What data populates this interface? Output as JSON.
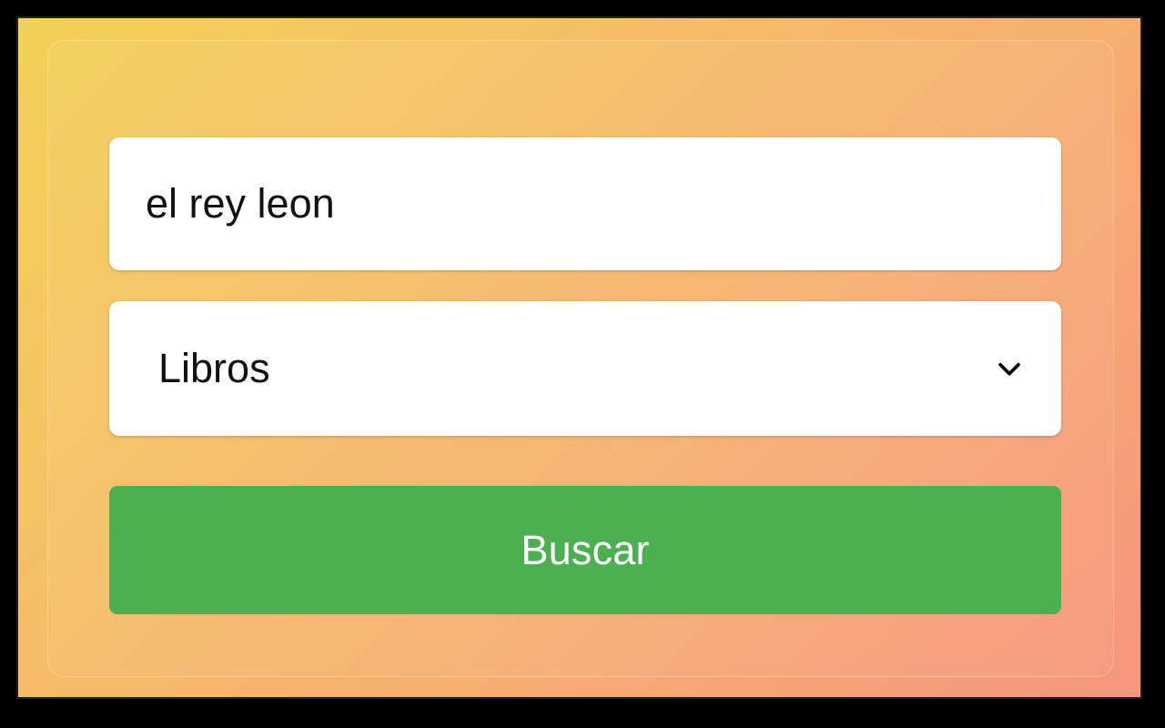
{
  "window": {
    "bezel_color": "#000000",
    "frame_border_color": "#1e232b"
  },
  "background": {
    "gradient_from": "#f3d157",
    "gradient_to": "#f6957e",
    "direction": "135deg"
  },
  "search_form": {
    "query_input": {
      "value": "el rey leon",
      "placeholder": "el rey leon"
    },
    "category_select": {
      "selected": "Libros",
      "chevron_icon": "chevron-down-icon"
    },
    "submit_button": {
      "label": "Buscar",
      "color": "#4caf50",
      "text_color": "#ffffff"
    }
  }
}
